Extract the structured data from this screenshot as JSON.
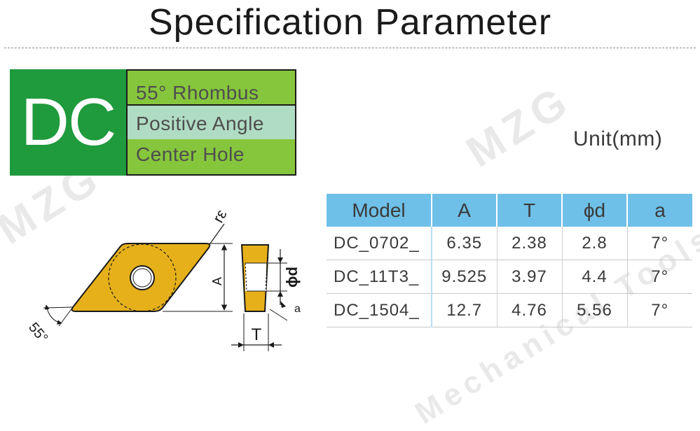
{
  "title": "Specification Parameter",
  "insert": {
    "code": "DC",
    "features": [
      "55° Rhombus",
      "Positive Angle",
      "Center Hole"
    ]
  },
  "unit": "Unit(mm)",
  "table": {
    "headers": [
      "Model",
      "A",
      "T",
      "ϕd",
      "a"
    ],
    "rows": [
      [
        "DC_0702_",
        "6.35",
        "2.38",
        "2.8",
        "7°"
      ],
      [
        "DC_11T3_",
        "9.525",
        "3.97",
        "4.4",
        "7°"
      ],
      [
        "DC_1504_",
        "12.7",
        "4.76",
        "5.56",
        "7°"
      ]
    ]
  },
  "diagram": {
    "radius_label": "rε",
    "angle_label": "55°",
    "a_label": "A",
    "t_label": "T",
    "d_label": "ϕd",
    "small_a_label": "a"
  },
  "watermark": {
    "brand": "MZG",
    "text": "Mechanical Tools"
  },
  "colors": {
    "code_box": "#1f9a3c",
    "feature_green": "#86c63c",
    "feature_mint": "#b0dcc3",
    "table_header": "#6ec0e8",
    "insert_fill": "#e6b01a"
  }
}
